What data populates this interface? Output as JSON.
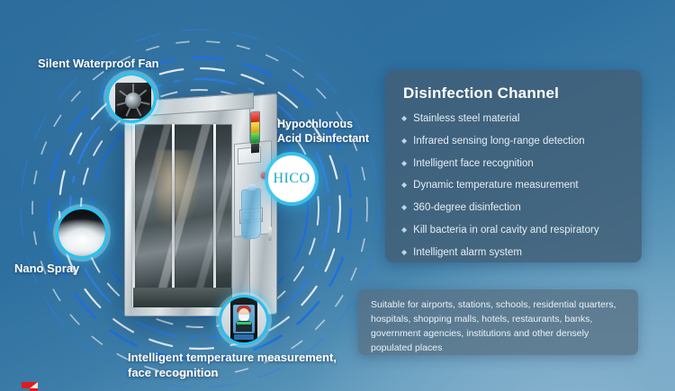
{
  "meta": {
    "background_top_color": "#2c6d9d",
    "background_bottom_color": "#7cadca",
    "accent_ring_color": "#25c3f2",
    "arc_blue": "#1e6fe0",
    "panel_color": "#425e74"
  },
  "spec_panel": {
    "title": "Disinfection Channel",
    "bullet_glyph": "◆",
    "features": [
      "Stainless steel material",
      "Infrared sensing long-range detection",
      "Intelligent face recognition",
      "Dynamic temperature measurement",
      "360-degree disinfection",
      "Kill bacteria in oral cavity and respiratory",
      "Intelligent alarm system"
    ]
  },
  "usage_panel": {
    "text": "Suitable for airports, stations, schools, residential quarters, hospitals, shopping malls, hotels, restaurants, banks, government agencies, institutions and other densely populated places"
  },
  "callouts": {
    "fan": "Silent Waterproof Fan",
    "hypochlorous": "Hypochlorous\nAcid Disinfectant",
    "hypochlorous_line1": "Hypochlorous",
    "hypochlorous_line2": "Acid Disinfectant",
    "hico_badge": "HICO",
    "nano_spray": "Nano Spray",
    "face": "Intelligent temperature measurement, face recognition",
    "face_line1": "Intelligent temperature measurement,",
    "face_line2": "face recognition"
  }
}
